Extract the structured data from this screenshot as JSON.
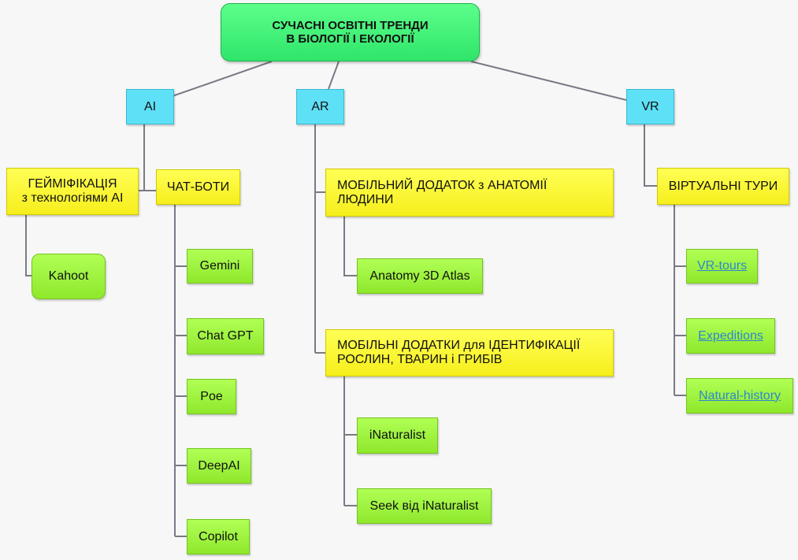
{
  "root": {
    "line1": "СУЧАСНІ ОСВІТНІ ТРЕНДИ",
    "line2": "В БІОЛОГІЇ І ЕКОЛОГІЇ"
  },
  "categories": {
    "ai": "AI",
    "ar": "AR",
    "vr": "VR"
  },
  "ai": {
    "gamification": {
      "line1": "ГЕЙМІФІКАЦІЯ",
      "line2": "з технологіями AI"
    },
    "kahoot": "Kahoot",
    "chatbots": "ЧАТ-БОТИ",
    "bots": [
      "Gemini",
      "Chat GPT",
      "Poe",
      "DeepAI",
      "Copilot"
    ]
  },
  "ar": {
    "anatomy_app": {
      "line1": "МОБІЛЬНИЙ ДОДАТОК з АНАТОМІЇ",
      "line2": "ЛЮДИНИ"
    },
    "anatomy_atlas": "Anatomy 3D Atlas",
    "id_apps": {
      "line1": "МОБІЛЬНІ ДОДАТКИ для ІДЕНТИФІКАЦІЇ",
      "line2": "РОСЛИН, ТВАРИН і ГРИБІВ"
    },
    "id_tools": [
      "iNaturalist",
      "Seek від iNaturalist"
    ]
  },
  "vr": {
    "tours": "ВІРТУАЛЬНІ ТУРИ",
    "links": [
      "VR-tours",
      "Expeditions",
      "Natural-history"
    ]
  },
  "colors": {
    "root": "#3cf577",
    "category": "#5ee0f6",
    "topic": "#f9f232",
    "leaf": "#9ef23f",
    "connector": "#7a7a86",
    "link": "#2f86cf"
  }
}
